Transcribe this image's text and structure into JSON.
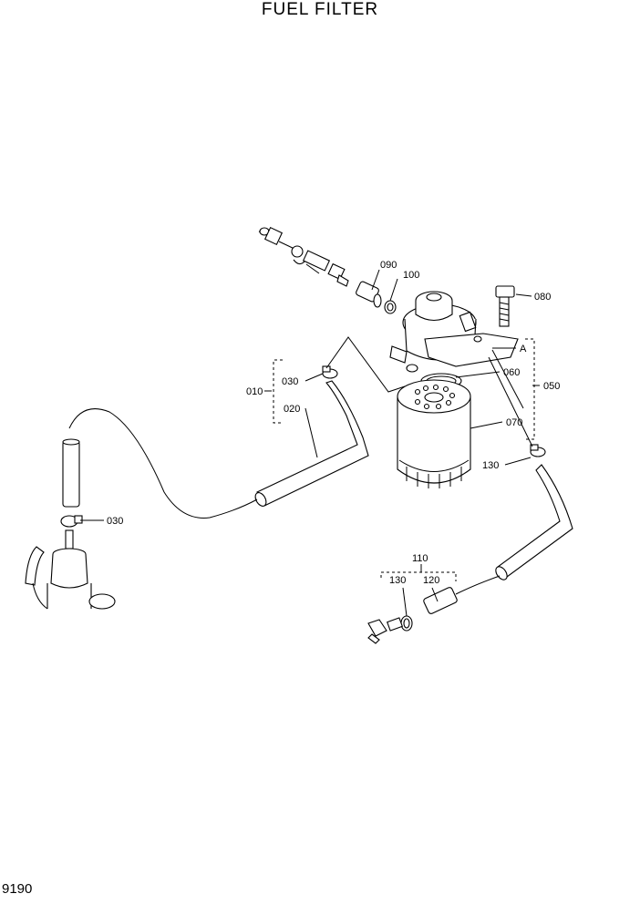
{
  "title": "FUEL FILTER",
  "page_number": "9190",
  "callouts": {
    "p090": "090",
    "p100": "100",
    "p080": "080",
    "pA": "A",
    "p060": "060",
    "p050": "050",
    "p070": "070",
    "p030a": "030",
    "p010": "010",
    "p020": "020",
    "p030b": "030",
    "p130a": "130",
    "p110": "110",
    "p130b": "130",
    "p120": "120"
  }
}
